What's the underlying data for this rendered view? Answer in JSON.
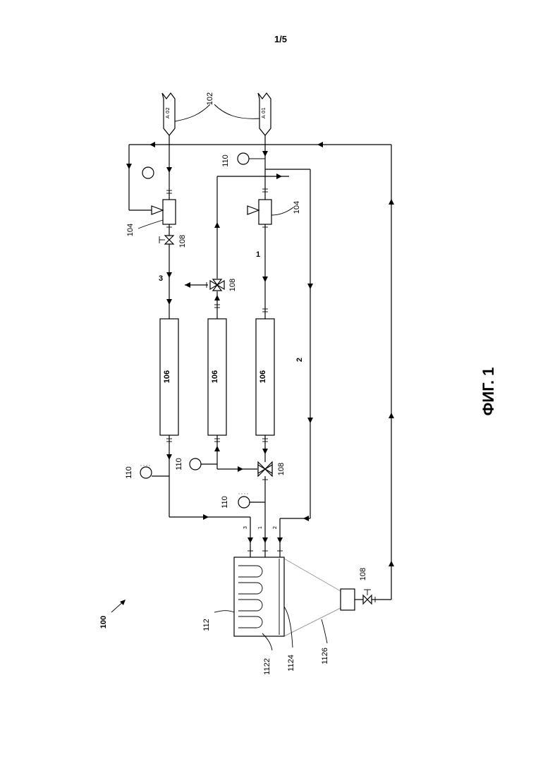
{
  "page_number": "1/5",
  "figure_title": "ФИГ. 1",
  "labels": {
    "system": "100",
    "cylinders": "102",
    "regulator_left": "104",
    "regulator_right": "104",
    "column_a": "106",
    "column_b": "106",
    "column_c": "106",
    "valve_top_left": "108",
    "valve_mid": "108",
    "valve_bottom": "108",
    "valve_outlet": "108",
    "gauge_top": "110",
    "gauge_bottom_left": "110",
    "gauge_bottom_mid": "110",
    "gauge_bottom_right": "110",
    "vessel": "112",
    "vessel_coil": "1122",
    "vessel_wall": "1124",
    "vessel_housing": "1126"
  },
  "cylinders": {
    "left": "A 02",
    "right": "A 01"
  },
  "lines": {
    "line_1": "1",
    "line_2": "2",
    "line_3": "3"
  },
  "inlets": {
    "inlet_3": "3",
    "inlet_1": "1",
    "inlet_2": "2"
  }
}
